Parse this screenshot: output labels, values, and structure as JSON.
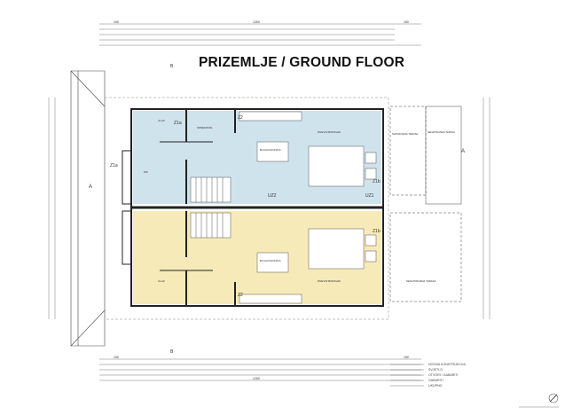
{
  "title": "PRIZEMLJE / GROUND FLOOR",
  "dimensions_top": [
    "150",
    "1260",
    "150"
  ],
  "dimensions_bottom": [
    "150",
    "1260",
    "150"
  ],
  "markers": {
    "section_a": "A",
    "section_b": "B",
    "z1a": "Z1a",
    "z2": "Z2",
    "z1b": "Z1b",
    "uz1": "UZ1",
    "uz2": "UZ2"
  },
  "rooms": {
    "dining": "BLAGOVAONICA",
    "living": "DNEVNI BORAVAK",
    "covered_terrace": "NATKRIVENA TERASA",
    "open_terrace": "NENATKRIVENA TERASA",
    "entrance": "ULAZ",
    "wc": "WC",
    "storage": "SPREMISTE"
  },
  "legend": [
    "NOSIVA KONSTRUKCIJA",
    "SVJETLO",
    "OTVORI / GABARITI",
    "GABARITI",
    "UKUPNO"
  ],
  "colors": {
    "unit_upper": "#cfe3ec",
    "unit_lower": "#f6eab8",
    "walls": "#222222"
  }
}
